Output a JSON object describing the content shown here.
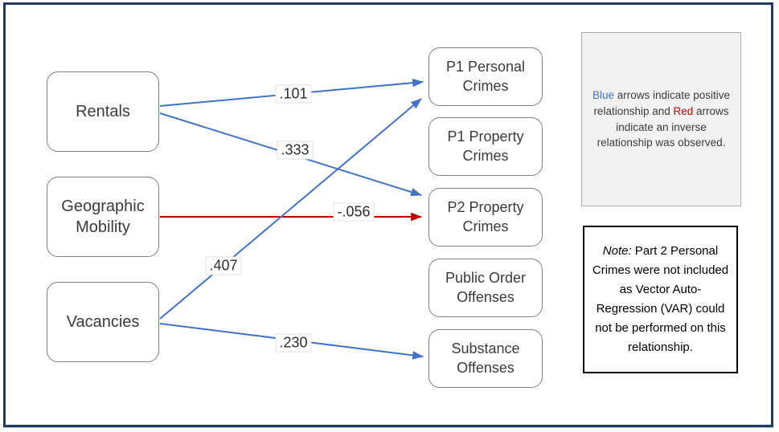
{
  "diagram": {
    "left_nodes": [
      {
        "label": "Rentals"
      },
      {
        "label": "Geographic Mobility"
      },
      {
        "label": "Vacancies"
      }
    ],
    "right_nodes": [
      {
        "label": "P1 Personal Crimes"
      },
      {
        "label": "P1 Property Crimes"
      },
      {
        "label": "P2 Property Crimes"
      },
      {
        "label": "Public Order Offenses"
      },
      {
        "label": "Substance Offenses"
      }
    ],
    "edges": [
      {
        "from": "Rentals",
        "to": "P1 Personal Crimes",
        "coefficient": ".101",
        "relationship": "positive",
        "color": "#4472C4"
      },
      {
        "from": "Rentals",
        "to": "P2 Property Crimes",
        "coefficient": ".333",
        "relationship": "positive",
        "color": "#4472C4"
      },
      {
        "from": "Geographic Mobility",
        "to": "P2 Property Crimes",
        "coefficient": "-.056",
        "relationship": "inverse",
        "color": "#C00000"
      },
      {
        "from": "Vacancies",
        "to": "P1 Personal Crimes",
        "coefficient": ".407",
        "relationship": "positive",
        "color": "#4472C4"
      },
      {
        "from": "Vacancies",
        "to": "Substance Offenses",
        "coefficient": ".230",
        "relationship": "positive",
        "color": "#4472C4"
      }
    ]
  },
  "legend": {
    "blue_word": "Blue",
    "after_blue": " arrows indicate positive relationship and ",
    "red_word": "Red",
    "after_red": " arrows indicate an inverse relationship was observed."
  },
  "note": {
    "label": "Note:",
    "text": " Part 2 Personal Crimes were not included as Vector Auto-Regression (VAR) could not be performed on this relationship."
  },
  "colors": {
    "positive_arrow": "#4472C4",
    "inverse_arrow": "#C00000",
    "frame_border": "#1F3A63",
    "legend_background": "#F2F2F2",
    "node_border": "#7F7F7F"
  }
}
